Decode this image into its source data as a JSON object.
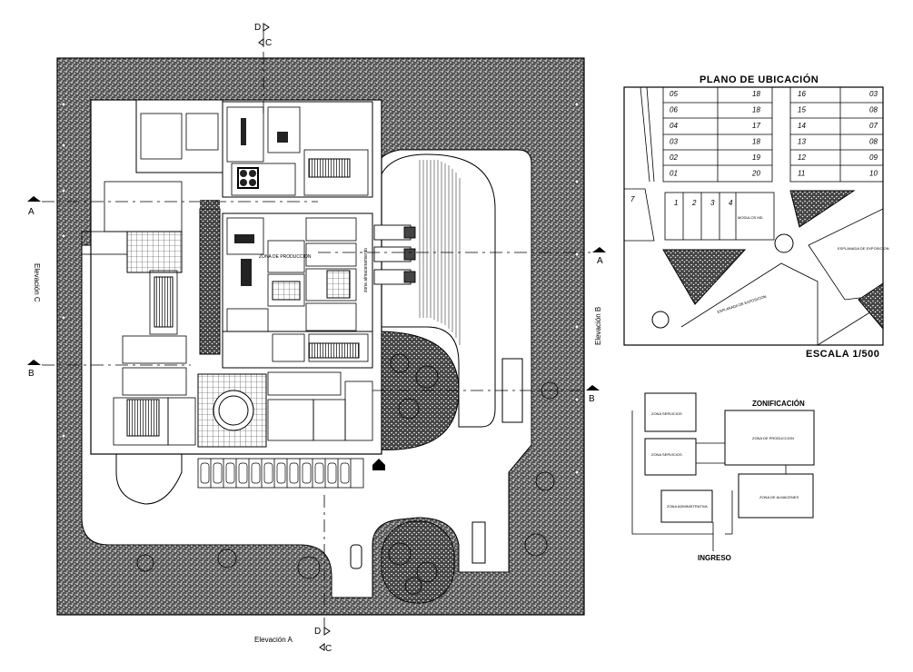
{
  "site_plan": {
    "section_markers": {
      "left_a": "A",
      "left_b": "B",
      "right_a": "A",
      "right_b": "B",
      "top_d": "D",
      "top_c": "C",
      "bottom_d": "D",
      "bottom_c": "C"
    },
    "elevations": {
      "a": "Elevación A",
      "b": "Elevación B",
      "c": "Elevación C"
    },
    "room_labels": {
      "produccion": "ZONA DE PRODUCCION",
      "almacenamiento": "zona almacenamiento"
    }
  },
  "location_plan": {
    "title": "PLANO DE UBICACIÓN",
    "scale": "ESCALA 1/500",
    "lots_col1": [
      "05",
      "06",
      "04",
      "03",
      "02",
      "01"
    ],
    "lots_col2": [
      "18",
      "18",
      "17",
      "18",
      "19",
      "20"
    ],
    "lots_col3": [
      "16",
      "15",
      "14",
      "13",
      "12",
      "11"
    ],
    "lots_col4": [
      "03",
      "08",
      "07",
      "08",
      "09",
      "10"
    ],
    "lots_row": [
      "1",
      "2",
      "3",
      "4"
    ],
    "lot_7": "7",
    "areas": {
      "esplanada_1": "ESPLANADA DE EXPOSICION",
      "esplanada_2": "ESPLANADA DE EXPOSICION",
      "modulos": "MODULOS MD"
    }
  },
  "zoning": {
    "title": "ZONIFICACIÓN",
    "entrance": "INGRESO",
    "zones": {
      "servicios_1": "ZONA SERVICIOS",
      "servicios_2": "ZONA SERVICIOS",
      "administrativa": "ZONA ADMINISTRATIVA",
      "produccion": "ZONA DE PRODUCCION",
      "almacenes": "ZONA DE ALMACENES"
    }
  }
}
